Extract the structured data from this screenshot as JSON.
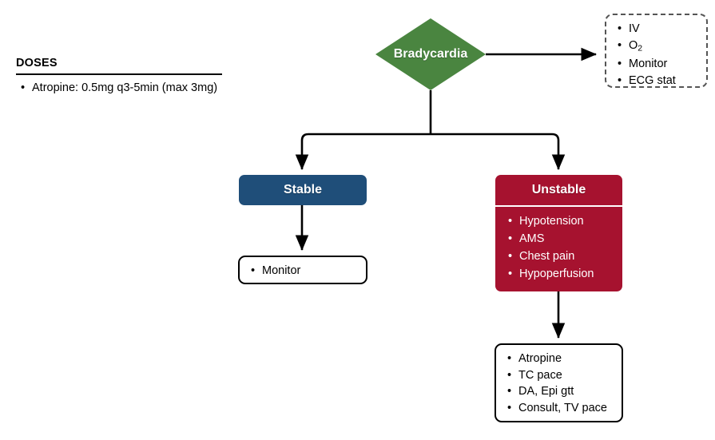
{
  "doses": {
    "title": "DOSES",
    "items": [
      "Atropine: 0.5mg q3-5min (max 3mg)"
    ]
  },
  "nodes": {
    "root": {
      "label": "Bradycardia",
      "shape": "diamond",
      "color": "#4a8540",
      "text_color": "#ffffff"
    },
    "initial_actions": {
      "shape": "dashed-box",
      "items": [
        "IV",
        "O2",
        "Monitor",
        "ECG stat"
      ],
      "item_o2_base": "O",
      "item_o2_sub": "2"
    },
    "stable": {
      "label": "Stable",
      "color": "#1f4e79",
      "text_color": "#ffffff"
    },
    "stable_actions": {
      "items": [
        "Monitor"
      ]
    },
    "unstable": {
      "label": "Unstable",
      "color": "#a6122f",
      "text_color": "#ffffff",
      "items": [
        "Hypotension",
        "AMS",
        "Chest pain",
        "Hypoperfusion"
      ]
    },
    "unstable_actions": {
      "items": [
        "Atropine",
        "TC pace",
        "DA, Epi gtt",
        "Consult, TV pace"
      ]
    }
  },
  "edges": {
    "stroke_color": "#000000",
    "connections": [
      {
        "from": "root",
        "to": "initial_actions"
      },
      {
        "from": "root",
        "to": "stable"
      },
      {
        "from": "root",
        "to": "unstable"
      },
      {
        "from": "stable",
        "to": "stable_actions"
      },
      {
        "from": "unstable",
        "to": "unstable_actions"
      }
    ]
  }
}
